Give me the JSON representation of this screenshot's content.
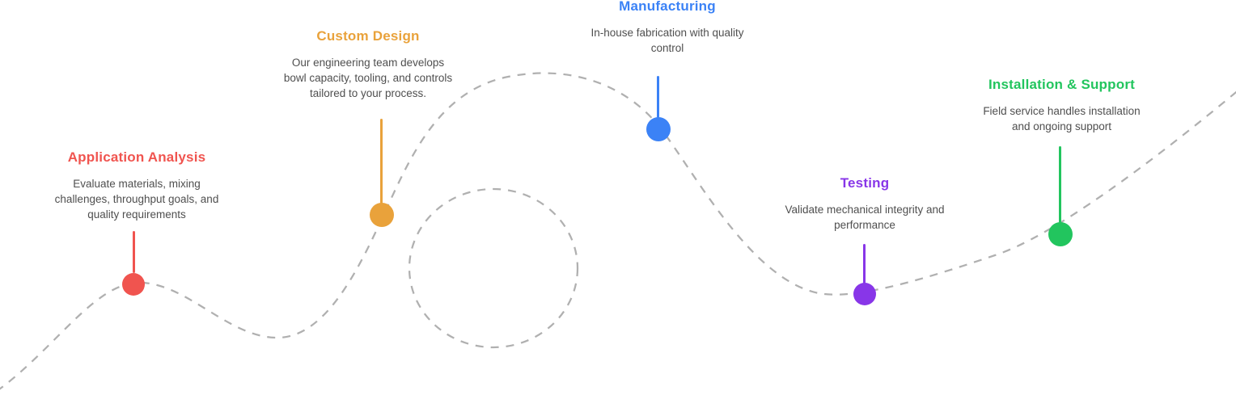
{
  "diagram": {
    "type": "process-timeline",
    "path_color": "#b0b0b0",
    "description_color": "#4f4f4f",
    "milestones": [
      {
        "title": "Application Analysis",
        "description": "Evaluate materials, mixing\nchallenges, throughput goals, and\nquality requirements",
        "color": "#f0544f"
      },
      {
        "title": "Custom Design",
        "description": "Our engineering team develops\nbowl capacity, tooling, and controls\ntailored to your process.",
        "color": "#e9a23b"
      },
      {
        "title": "Manufacturing",
        "description": "In-house fabrication with quality\ncontrol",
        "color": "#3b82f6"
      },
      {
        "title": "Testing",
        "description": "Validate mechanical integrity and\nperformance",
        "color": "#8836e8"
      },
      {
        "title": "Installation & Support",
        "description": "Field service handles installation\nand ongoing support",
        "color": "#22c55e"
      }
    ]
  }
}
